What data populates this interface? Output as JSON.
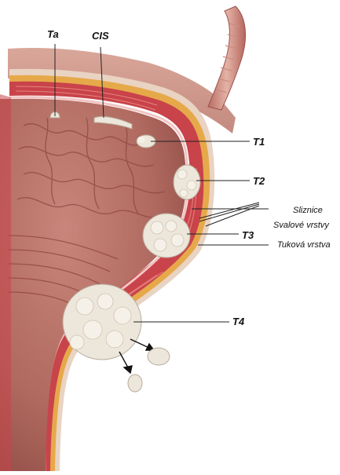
{
  "labels": {
    "ta": "Ta",
    "cis": "CIS",
    "t1": "T1",
    "t2": "T2",
    "t3": "T3",
    "t4": "T4"
  },
  "layers": {
    "mucosa": "Sliznice",
    "muscle": "Svalové vrstvy",
    "fat": "Tuková vrstva"
  },
  "colors": {
    "lumen": "#b86a62",
    "wall_muscle": "#c9434a",
    "fat_layer": "#e6a94a",
    "serosa": "#e9d3c3",
    "tumor": "#ede6da"
  }
}
